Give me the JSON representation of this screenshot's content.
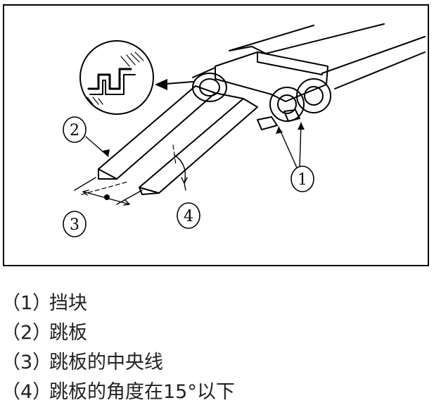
{
  "diagram": {
    "callouts": [
      {
        "id": "1",
        "label": "1"
      },
      {
        "id": "2",
        "label": "2"
      },
      {
        "id": "3",
        "label": "3"
      },
      {
        "id": "4",
        "label": "4"
      }
    ]
  },
  "legend": [
    {
      "num": "（1）",
      "text": "挡块"
    },
    {
      "num": "（2）",
      "text": "跳板"
    },
    {
      "num": "（3）",
      "text": "跳板的中央线"
    },
    {
      "num": "（4）",
      "text": "跳板的角度在15°以下"
    }
  ]
}
